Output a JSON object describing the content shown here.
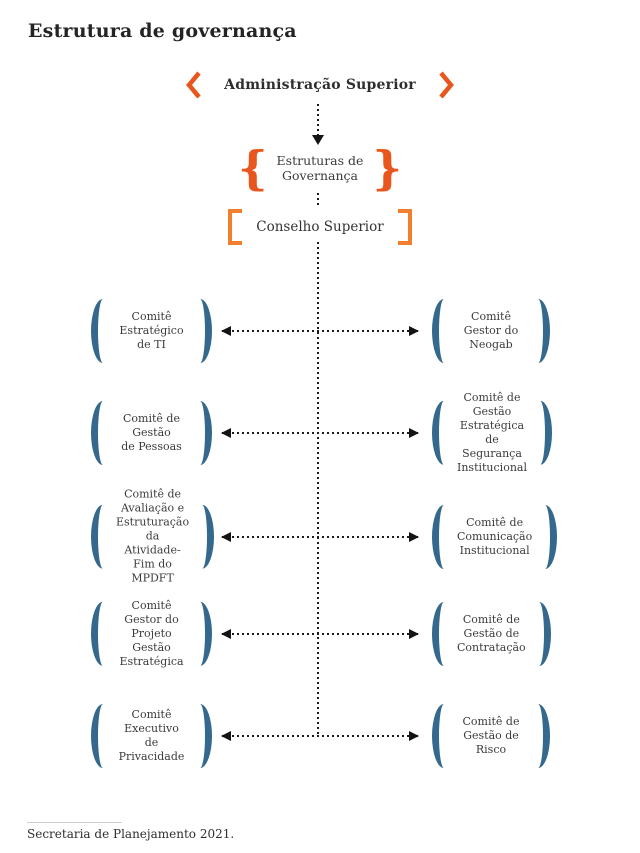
{
  "title": "Estrutura de governança",
  "colors": {
    "orange": "#e8561e",
    "orange_light": "#f0802f",
    "blue": "#34688c",
    "ink": "#3b3b3b"
  },
  "hierarchy": {
    "admin_label": "Administração Superior",
    "estruturas_label": "Estruturas de\nGovernança",
    "conselho_label": "Conselho Superior"
  },
  "committees": {
    "rows": [
      {
        "left": "Comitê Estratégico\nde TI",
        "right": "Comitê Gestor do\nNeogab"
      },
      {
        "left": "Comitê de Gestão\nde Pessoas",
        "right": "Comitê de Gestão\nEstratégica\nde Segurança\nInstitucional"
      },
      {
        "left": "Comitê de\nAvaliação e\nEstruturação da\nAtividade-Fim do\nMPDFT",
        "right": "Comitê de\nComunicação\nInstitucional"
      },
      {
        "left": "Comitê Gestor do\nProjeto Gestão\nEstratégica",
        "right": "Comitê de\nGestão de\nContratação"
      },
      {
        "left": "Comitê Executivo\nde Privacidade",
        "right": "Comitê de\nGestão de\nRisco"
      }
    ]
  },
  "footer": {
    "source": "Secretaria de Planejamento 2021."
  }
}
